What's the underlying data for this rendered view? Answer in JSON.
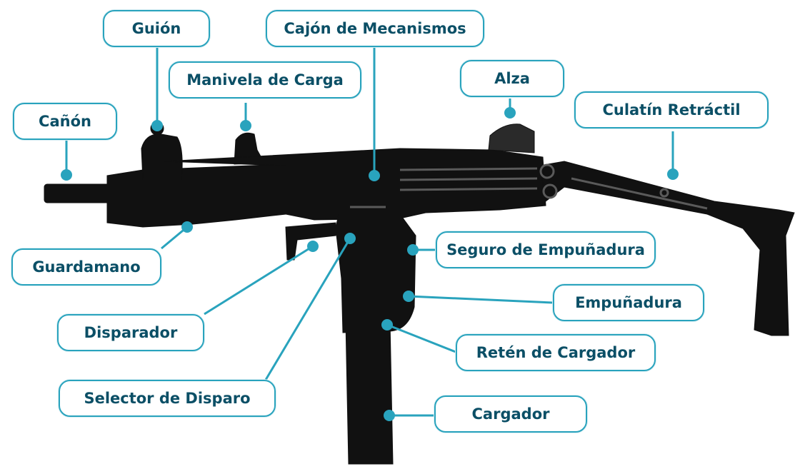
{
  "colors": {
    "accent": "#29a3bd",
    "label_text": "#0b4f66",
    "weapon": "#111111"
  },
  "diagram": {
    "subject": "weapon-photo",
    "labels": [
      {
        "id": "canon",
        "text": "Cañón"
      },
      {
        "id": "guion",
        "text": "Guión"
      },
      {
        "id": "manivela",
        "text": "Manivela de Carga"
      },
      {
        "id": "cajon",
        "text": "Cajón de Mecanismos"
      },
      {
        "id": "alza",
        "text": "Alza"
      },
      {
        "id": "culatin",
        "text": "Culatín Retráctil"
      },
      {
        "id": "guardamano",
        "text": "Guardamano"
      },
      {
        "id": "seguro",
        "text": "Seguro de Empuñadura"
      },
      {
        "id": "disparador",
        "text": "Disparador"
      },
      {
        "id": "empunadura",
        "text": "Empuñadura"
      },
      {
        "id": "reten",
        "text": "Retén de Cargador"
      },
      {
        "id": "selector",
        "text": "Selector de Disparo"
      },
      {
        "id": "cargador",
        "text": "Cargador"
      }
    ]
  }
}
